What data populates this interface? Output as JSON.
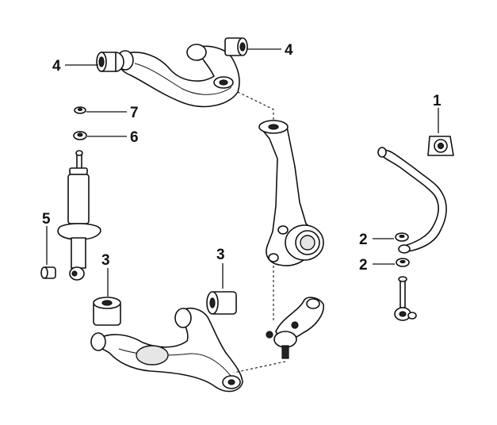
{
  "diagram": {
    "callouts": [
      {
        "id": "callout-1",
        "text": "1"
      },
      {
        "id": "callout-2a",
        "text": "2"
      },
      {
        "id": "callout-2b",
        "text": "2"
      },
      {
        "id": "callout-3a",
        "text": "3"
      },
      {
        "id": "callout-3b",
        "text": "3"
      },
      {
        "id": "callout-4a",
        "text": "4"
      },
      {
        "id": "callout-4b",
        "text": "4"
      },
      {
        "id": "callout-5",
        "text": "5"
      },
      {
        "id": "callout-6",
        "text": "6"
      },
      {
        "id": "callout-7",
        "text": "7"
      }
    ]
  }
}
